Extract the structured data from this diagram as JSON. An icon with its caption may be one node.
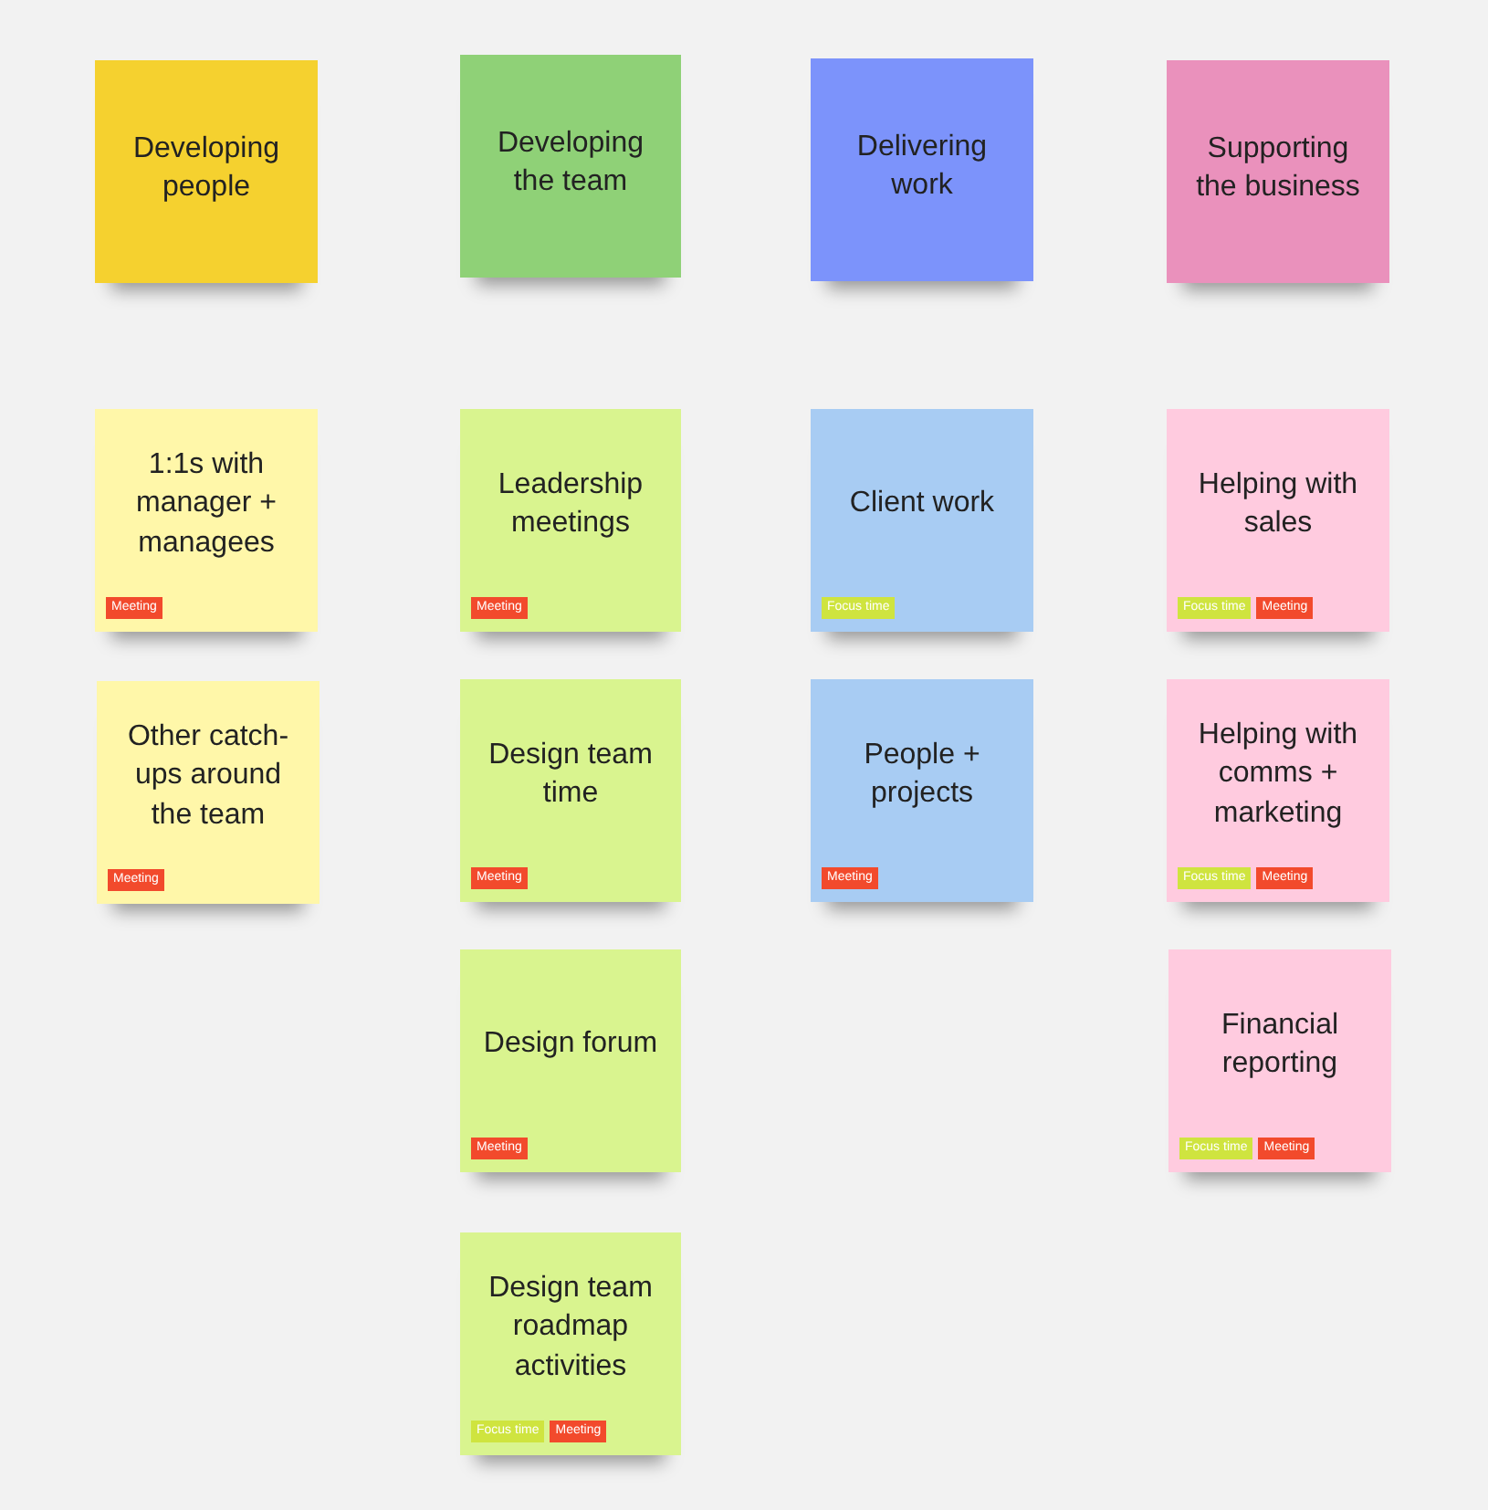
{
  "diagram": {
    "nodes": [
      {
        "text": [
          "Developing people"
        ]
      },
      {
        "text": [
          "Developing the team"
        ]
      },
      {
        "text": [
          "Delivering work"
        ]
      },
      {
        "text": [
          "Supporting the business"
        ]
      },
      {
        "text": [
          "1:1s with manager + managees"
        ]
      },
      {
        "text": [
          "Meeting"
        ],
        "in": 4
      },
      {
        "text": [
          "Leadership meetings"
        ]
      },
      {
        "text": [
          "Meeting"
        ],
        "in": 6
      },
      {
        "text": [
          "Client work"
        ]
      },
      {
        "text": [
          "Focus time"
        ],
        "in": 8
      },
      {
        "text": [
          "Helping with sales"
        ]
      },
      {
        "text": [
          "Focus time"
        ],
        "in": 10
      },
      {
        "text": [
          "Meeting"
        ],
        "in": 10
      },
      {
        "text": [
          "Other catch-ups around the team"
        ]
      },
      {
        "text": [
          "Meeting"
        ],
        "in": 13
      },
      {
        "text": [
          "Design team time"
        ]
      },
      {
        "text": [
          "Meeting"
        ],
        "in": 15
      },
      {
        "text": [
          "People + projects"
        ]
      },
      {
        "text": [
          "Meeting"
        ],
        "in": 17
      },
      {
        "text": [
          "Helping with comms + marketing"
        ]
      },
      {
        "text": [
          "Focus time"
        ],
        "in": 19
      },
      {
        "text": [
          "Meeting"
        ],
        "in": 19
      },
      {
        "text": [
          "Design forum"
        ]
      },
      {
        "text": [
          "Meeting"
        ],
        "in": 22
      },
      {
        "text": [
          "Financial reporting"
        ]
      },
      {
        "text": [
          "Focus time"
        ],
        "in": 24
      },
      {
        "text": [
          "Meeting"
        ],
        "in": 24
      },
      {
        "text": [
          "Design team roadmap activities"
        ]
      },
      {
        "text": [
          "Focus time"
        ],
        "in": 27
      },
      {
        "text": [
          "Meeting"
        ],
        "in": 27
      }
    ]
  }
}
